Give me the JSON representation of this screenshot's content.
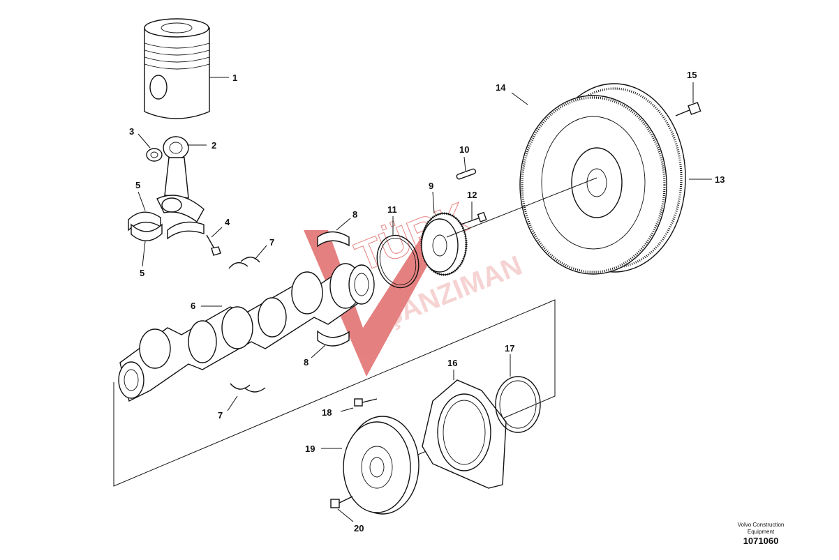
{
  "callouts": {
    "c1": "1",
    "c2": "2",
    "c3": "3",
    "c4": "4",
    "c5a": "5",
    "c5b": "5",
    "c6": "6",
    "c7a": "7",
    "c7b": "7",
    "c8a": "8",
    "c8b": "8",
    "c9": "9",
    "c10": "10",
    "c11": "11",
    "c12": "12",
    "c13": "13",
    "c14": "14",
    "c15": "15",
    "c16": "16",
    "c17": "17",
    "c18": "18",
    "c19": "19",
    "c20": "20"
  },
  "footer": {
    "credit_line1": "Volvo Construction",
    "credit_line2": "Equipment",
    "doc_number": "1071060"
  },
  "watermark": {
    "brand_top": "TÜRK",
    "brand_bottom": "ŞANZIMAN",
    "color": "#d11a1a"
  }
}
